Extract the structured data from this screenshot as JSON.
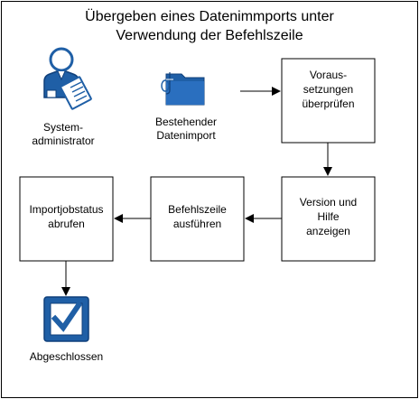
{
  "title": {
    "line1": "Übergeben eines Datenimmports unter",
    "line2": "Verwendung der Befehlszeile"
  },
  "actors": {
    "admin": {
      "line1": "System-",
      "line2": "administrator",
      "icon": "user-clipboard-icon"
    },
    "import": {
      "line1": "Bestehender",
      "line2": "Datenimport",
      "icon": "folder-icon"
    }
  },
  "steps": [
    {
      "line1": "Voraus-",
      "line2": "setzungen",
      "line3": "überprüfen"
    },
    {
      "line1": "Version und",
      "line2": "Hilfe",
      "line3": "anzeigen"
    },
    {
      "line1": "Befehlszeile",
      "line2": "ausführen"
    },
    {
      "line1": "Importjobstatus",
      "line2": "abrufen"
    }
  ],
  "done": {
    "label": "Abgeschlossen",
    "icon": "checkbox-icon"
  },
  "colors": {
    "accent": "#1f5fa6",
    "accent_dark": "#0f3f7a",
    "border": "#000000"
  }
}
